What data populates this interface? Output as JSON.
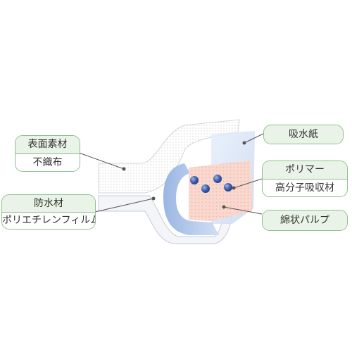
{
  "labels": {
    "surface_title": "表面素材",
    "surface_material": "不織布",
    "waterproof_title": "防水材",
    "waterproof_material": "ポリエチレンフィルム",
    "absorbent_paper": "吸水紙",
    "polymer_title": "ポリマー",
    "polymer_material": "高分子吸収材",
    "cotton_pulp": "綿状パルプ"
  },
  "colors": {
    "callout_border": "#8fbf8d",
    "callout_header": "#e9f3e7",
    "text": "#333333",
    "leader_line": "#555555",
    "film_blue": "#a9c3ea",
    "pulp_pink": "#f6c3b4",
    "polymer_bead": "#3a5aa6"
  }
}
